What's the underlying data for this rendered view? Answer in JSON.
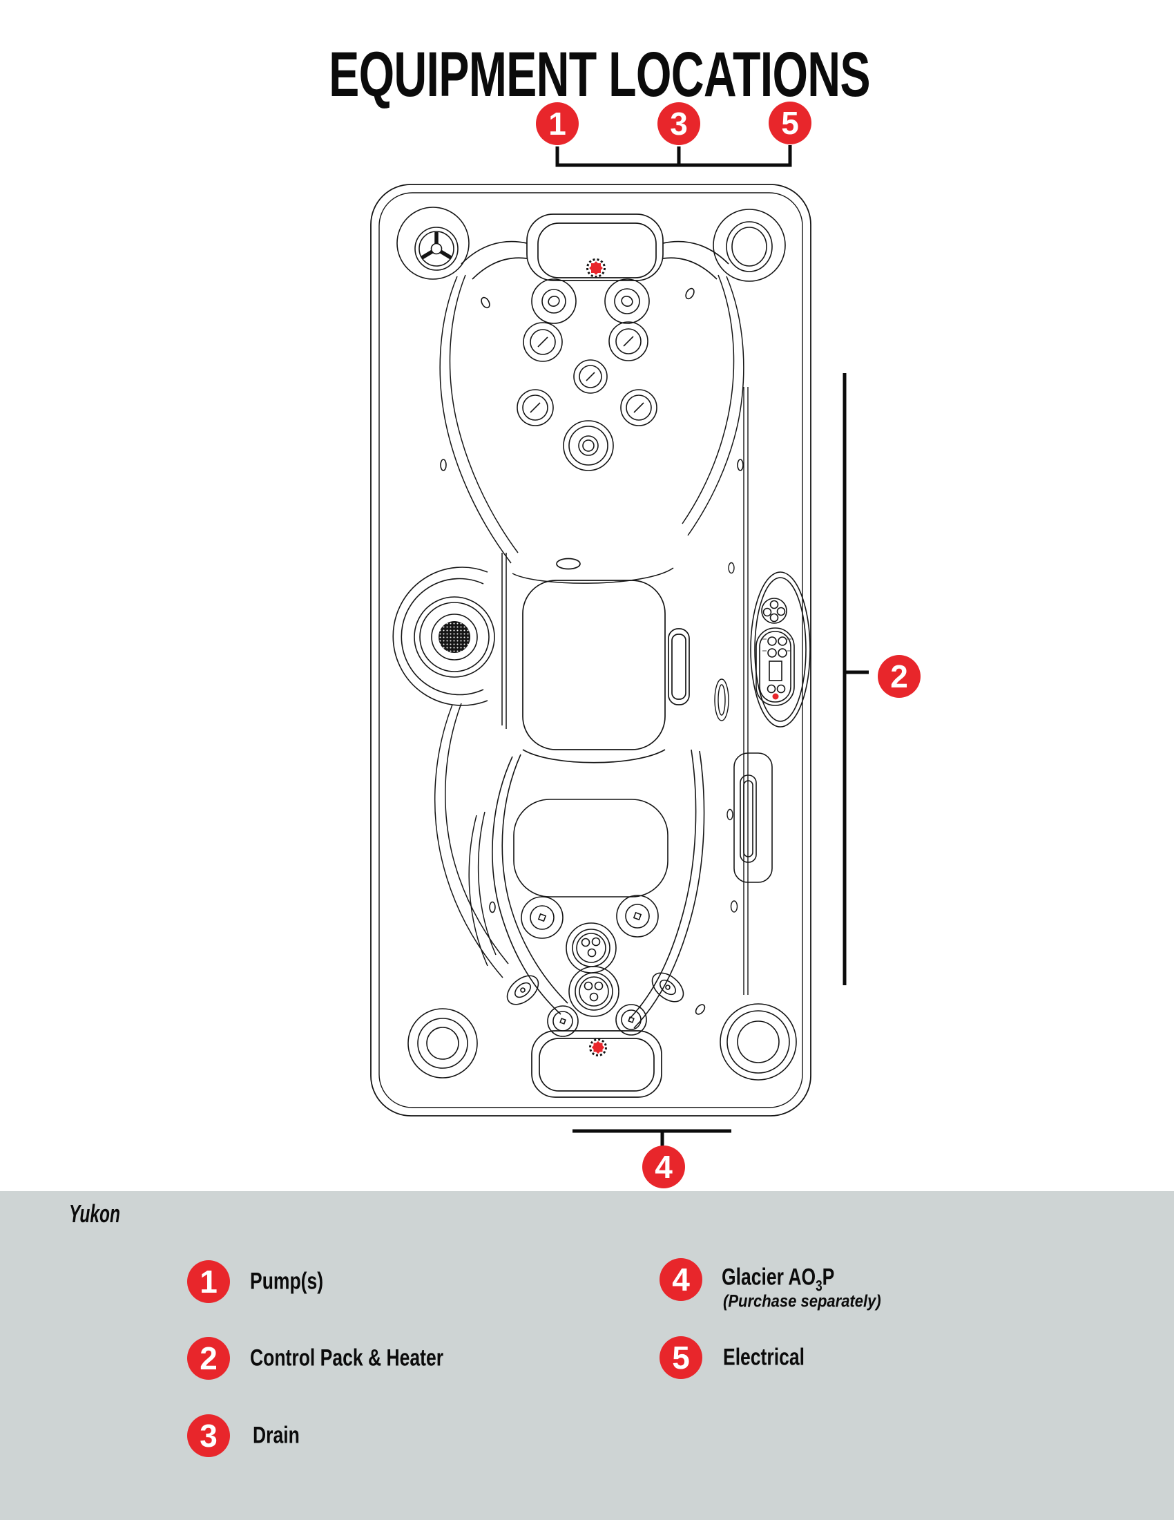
{
  "title": "EQUIPMENT LOCATIONS",
  "model": "Yukon",
  "colors": {
    "accent_red": "#e8262b",
    "legend_panel_gray": "#ced4d4",
    "line_black": "#141414"
  },
  "callouts": [
    {
      "n": "1",
      "target": "pumps"
    },
    {
      "n": "2",
      "target": "control-pack-heater"
    },
    {
      "n": "3",
      "target": "drain"
    },
    {
      "n": "4",
      "target": "glacier-ao3p"
    },
    {
      "n": "5",
      "target": "electrical"
    }
  ],
  "legend": {
    "items": [
      {
        "num": "1",
        "label": "Pump(s)"
      },
      {
        "num": "2",
        "label": "Control Pack & Heater"
      },
      {
        "num": "3",
        "label": "Drain"
      },
      {
        "num": "4",
        "label_main": "Glacier AO",
        "label_sub": "3",
        "label_tail": "P",
        "note": "(Purchase separately)"
      },
      {
        "num": "5",
        "label": "Electrical"
      }
    ]
  }
}
